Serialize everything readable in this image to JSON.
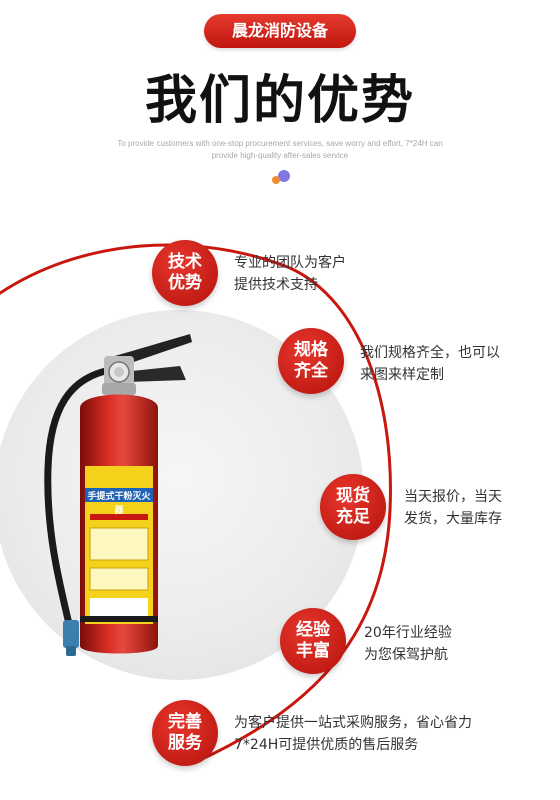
{
  "header": {
    "brand": "晨龙消防设备",
    "title": "我们的优势",
    "subtitle_line1": "To provide customers with one-stop procurement services, save worry and effort, 7*24H can",
    "subtitle_line2": "provide high-quality after-sales service"
  },
  "colors": {
    "accent": "#c8170f",
    "title": "#111111",
    "text": "#333333"
  },
  "extinguisher": {
    "label_title": "手提式干粉灭火器",
    "icon": "fire-extinguisher-illustration"
  },
  "features": [
    {
      "badge_line1": "技术",
      "badge_line2": "优势",
      "text_line1": "专业的团队为客户",
      "text_line2": "提供技术支持"
    },
    {
      "badge_line1": "规格",
      "badge_line2": "齐全",
      "text_line1": "我们规格齐全，也可以",
      "text_line2": "来图来样定制"
    },
    {
      "badge_line1": "现货",
      "badge_line2": "充足",
      "text_line1": "当天报价，当天",
      "text_line2": "发货，大量库存"
    },
    {
      "badge_line1": "经验",
      "badge_line2": "丰富",
      "text_line1": "20年行业经验",
      "text_line2": "为您保驾护航"
    },
    {
      "badge_line1": "完善",
      "badge_line2": "服务",
      "text_line1": "为客户提供一站式采购服务，省心省力",
      "text_line2": "7*24H可提供优质的售后服务"
    }
  ]
}
